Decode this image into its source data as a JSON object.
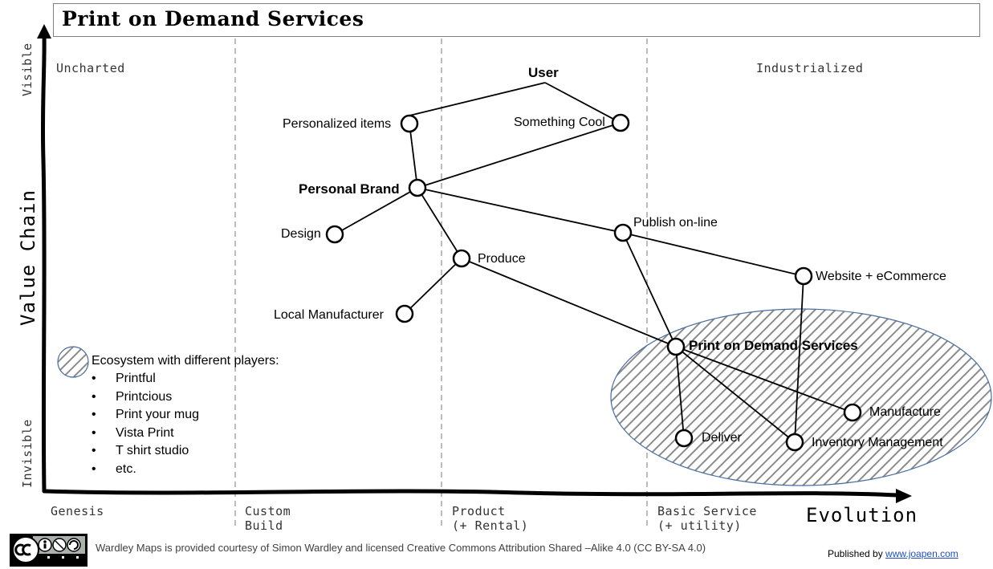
{
  "title": "Print on Demand Services",
  "axes": {
    "y_label": "Value Chain",
    "y_top": "Visible",
    "y_bottom": "Invisible",
    "x_label": "Evolution"
  },
  "stages": {
    "genesis": "Genesis",
    "custom_line1": "Custom",
    "custom_line2": "Build",
    "product_line1": "Product",
    "product_line2": "(+ Rental)",
    "commodity_line1": "Basic Service",
    "commodity_line2": "(+ utility)",
    "uncharted": "Uncharted",
    "industrialized": "Industrialized"
  },
  "components": {
    "user": "User",
    "personalized_items": "Personalized items",
    "something_cool": "Something Cool",
    "personal_brand": "Personal Brand",
    "design": "Design",
    "publish_online": "Publish on-line",
    "produce": "Produce",
    "website": "Website + eCommerce",
    "local_manufacturer": "Local Manufacturer",
    "pod_services": "Print on Demand Services",
    "manufacture": "Manufacture",
    "deliver": "Deliver",
    "inventory": "Inventory Management"
  },
  "legend": {
    "heading": "Ecosystem with different players:",
    "items": [
      "Printful",
      "Printcious",
      "Print your mug",
      "Vista Print",
      "T shirt studio",
      "etc."
    ]
  },
  "footer": {
    "license_text": "Wardley Maps is provided courtesy of Simon Wardley and licensed  Creative Commons Attribution Shared –Alike 4.0 (CC BY-SA 4.0)",
    "published_prefix": "Published by ",
    "published_link": "www.joapen.com",
    "cc_badge": "cc-by-nc-sa-badge-icon"
  },
  "colors": {
    "hatch": "#8c8c8c",
    "ellipse_border": "#4a6da0",
    "link": "#1f4fbf"
  }
}
